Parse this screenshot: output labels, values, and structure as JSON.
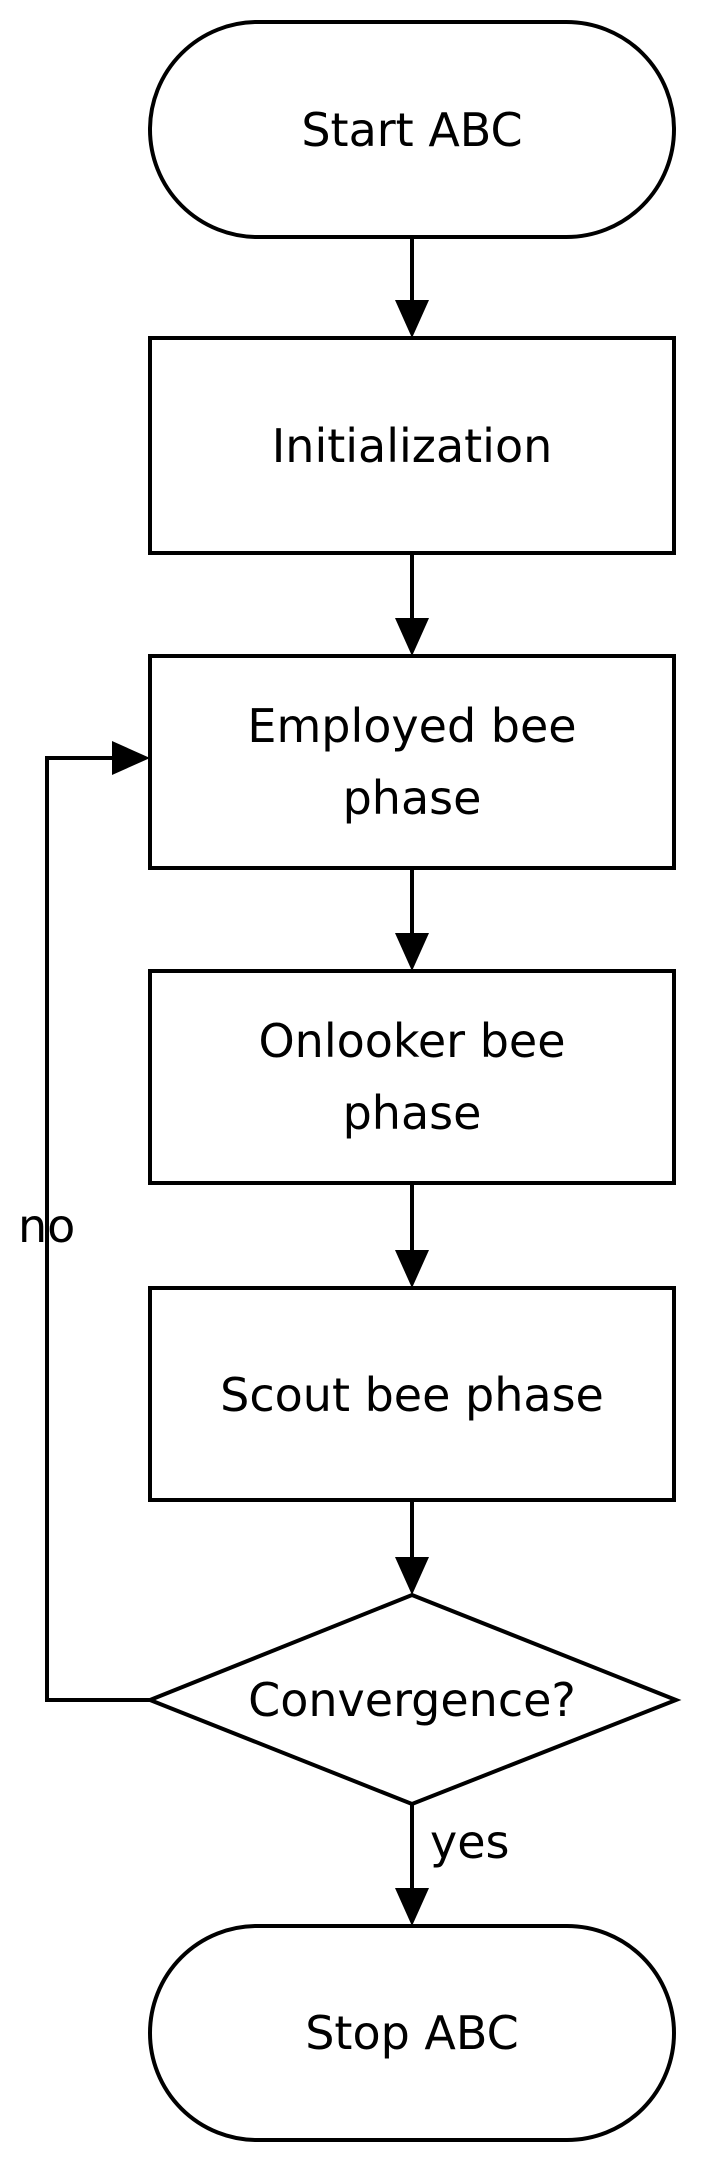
{
  "diagram": {
    "nodes": {
      "start": {
        "label": "Start ABC"
      },
      "initialization": {
        "label": "Initialization"
      },
      "employed": {
        "label_lines": [
          "Employed bee",
          "phase"
        ]
      },
      "onlooker": {
        "label_lines": [
          "Onlooker bee",
          "phase"
        ]
      },
      "scout": {
        "label": "Scout bee phase"
      },
      "convergence": {
        "label": "Convergence?"
      },
      "stop": {
        "label": "Stop ABC"
      }
    },
    "edges": {
      "no_label": "no",
      "yes_label": "yes"
    }
  }
}
